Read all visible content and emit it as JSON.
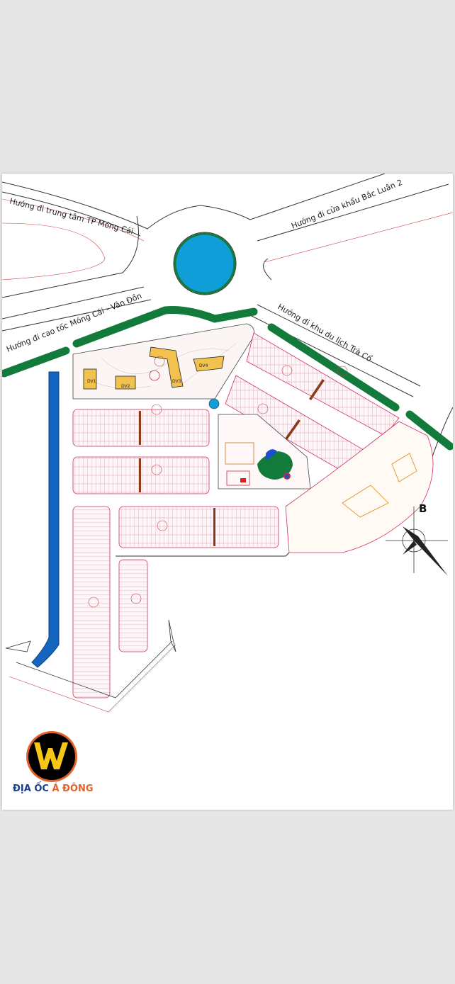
{
  "roads": {
    "to_center": "Hướng đi trung tâm TP Móng Cái",
    "to_border": "Hướng đi cửa khẩu Bắc Luân 2",
    "to_highway": "Hướng đi cao tốc Móng Cái - Vân Đồn",
    "to_tourism": "Hướng đi khu du lịch Trà Cổ"
  },
  "service_zones": [
    "DV1",
    "DV2",
    "DV3",
    "DV4"
  ],
  "compass_label": "B",
  "logo": {
    "part1": "ĐỊA ỐC",
    "part2": "Á ĐÔNG",
    "colors": {
      "ring": "#e2622a",
      "fill": "#000000",
      "letter": "#f5c518"
    }
  },
  "colors": {
    "roundabout_water": "#0f9ed8",
    "canal": "#1565c0",
    "green_belt": "#127a3a",
    "lot_border": "#d03060",
    "building": "#f2c14e"
  }
}
